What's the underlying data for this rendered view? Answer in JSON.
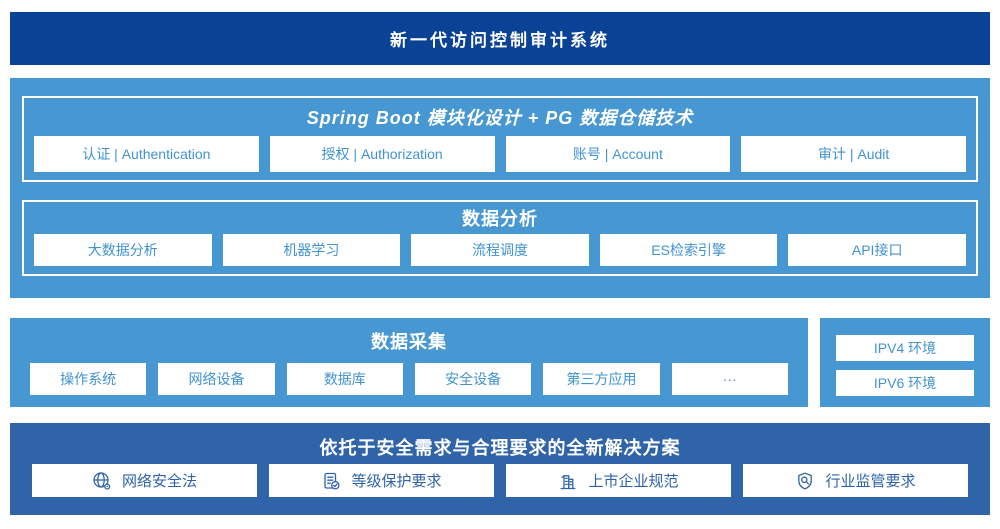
{
  "colors": {
    "banner_bg": "#0a4296",
    "section_bg": "#4697d2",
    "solution_bg": "#3064a9",
    "pill_text": "#4193d0",
    "solution_text": "#2f63a8",
    "white": "#ffffff"
  },
  "header": {
    "title": "新一代访问控制审计系统"
  },
  "platform": {
    "title": "Spring Boot 模块化设计 + PG 数据仓储技术",
    "modules": [
      {
        "label": "认证 | Authentication"
      },
      {
        "label": "授权 | Authorization"
      },
      {
        "label": "账号 | Account"
      },
      {
        "label": "审计 | Audit"
      }
    ]
  },
  "analysis": {
    "title": "数据分析",
    "items": [
      {
        "label": "大数据分析"
      },
      {
        "label": "机器学习"
      },
      {
        "label": "流程调度"
      },
      {
        "label": "ES检索引擎"
      },
      {
        "label": "API接口"
      }
    ]
  },
  "collection": {
    "title": "数据采集",
    "items": [
      {
        "label": "操作系统"
      },
      {
        "label": "网络设备"
      },
      {
        "label": "数据库"
      },
      {
        "label": "安全设备"
      },
      {
        "label": "第三方应用"
      },
      {
        "label": "···"
      }
    ]
  },
  "environments": {
    "items": [
      {
        "label": "IPV4 环境"
      },
      {
        "label": "IPV6 环境"
      }
    ]
  },
  "solution": {
    "title": "依托于安全需求与合理要求的全新解决方案",
    "items": [
      {
        "icon": "globe-icon",
        "label": "网络安全法"
      },
      {
        "icon": "document-check-icon",
        "label": "等级保护要求"
      },
      {
        "icon": "building-icon",
        "label": "上市企业规范"
      },
      {
        "icon": "shield-search-icon",
        "label": "行业监管要求"
      }
    ]
  }
}
